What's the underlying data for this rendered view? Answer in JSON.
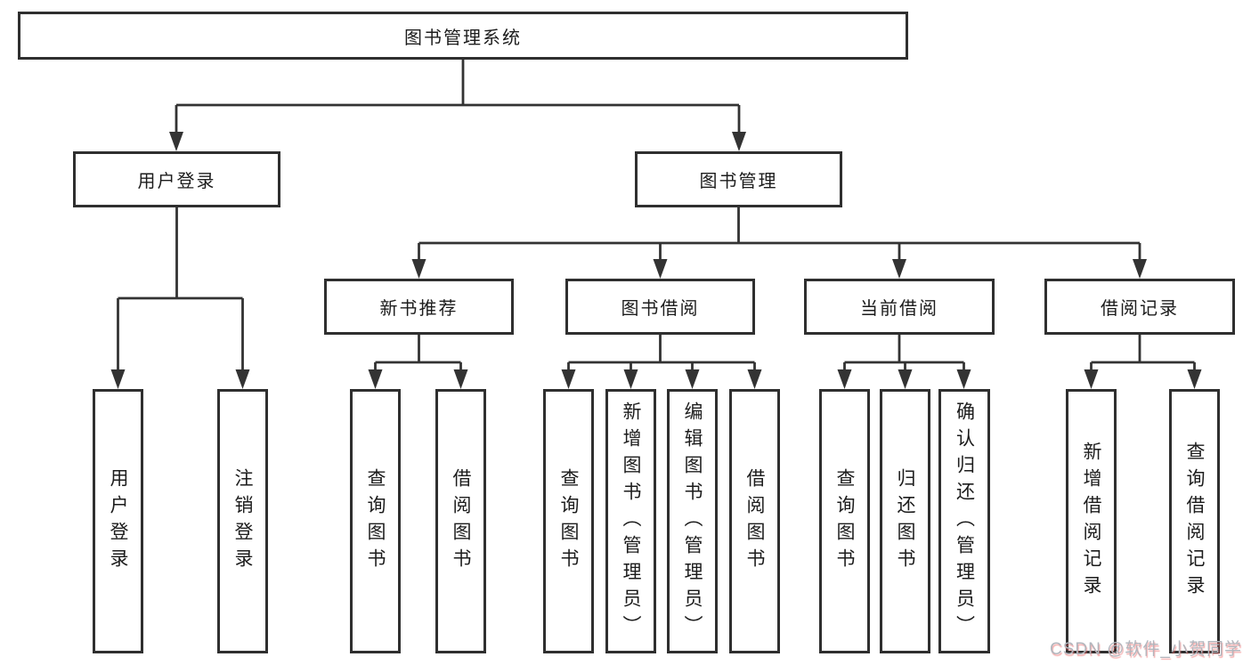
{
  "diagram": {
    "root": {
      "label": "图书管理系统"
    },
    "level2": [
      {
        "label": "用户登录",
        "parent": "图书管理系统"
      },
      {
        "label": "图书管理",
        "parent": "图书管理系统"
      }
    ],
    "level3": [
      {
        "label": "新书推荐",
        "parent": "图书管理"
      },
      {
        "label": "图书借阅",
        "parent": "图书管理"
      },
      {
        "label": "当前借阅",
        "parent": "图书管理"
      },
      {
        "label": "借阅记录",
        "parent": "图书管理"
      }
    ],
    "leaves": [
      {
        "label": "用户登录",
        "parent": "用户登录"
      },
      {
        "label": "注销登录",
        "parent": "用户登录"
      },
      {
        "label": "查询图书",
        "parent": "新书推荐"
      },
      {
        "label": "借阅图书",
        "parent": "新书推荐"
      },
      {
        "label": "查询图书",
        "parent": "图书借阅"
      },
      {
        "label": "新增图书（管理员）",
        "parent": "图书借阅"
      },
      {
        "label": "编辑图书（管理员）",
        "parent": "图书借阅"
      },
      {
        "label": "借阅图书",
        "parent": "图书借阅"
      },
      {
        "label": "查询图书",
        "parent": "当前借阅"
      },
      {
        "label": "归还图书",
        "parent": "当前借阅"
      },
      {
        "label": "确认归还（管理员）",
        "parent": "当前借阅"
      },
      {
        "label": "新增借阅记录",
        "parent": "借阅记录"
      },
      {
        "label": "查询借阅记录",
        "parent": "借阅记录"
      }
    ],
    "colors": {
      "line": "#333333",
      "box_border": "#2f2f2f",
      "text": "#1c1c1c",
      "background": "#ffffff"
    }
  },
  "watermark": {
    "text": "CSDN @软件_小贺同学",
    "color": "#b2b6bd",
    "shadow_color": "#eb6464"
  }
}
